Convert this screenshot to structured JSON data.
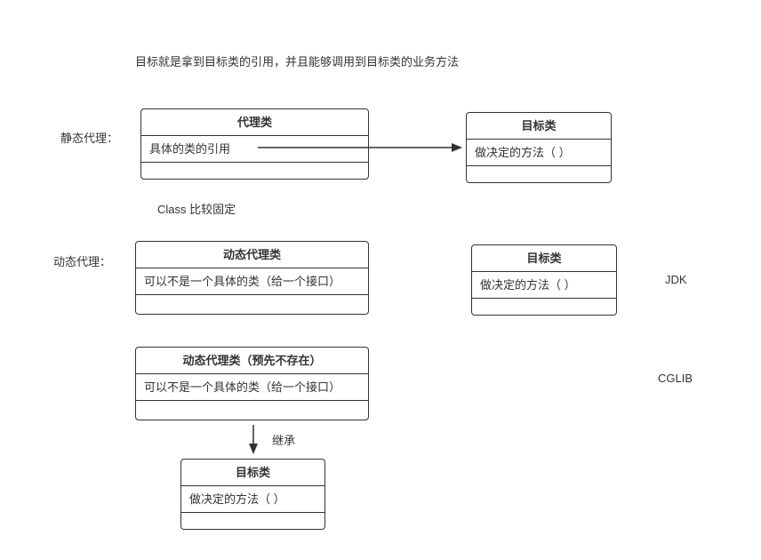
{
  "title": "目标就是拿到目标类的引用，并且能够调用到目标类的业务方法",
  "labels": {
    "static_proxy": "静态代理：",
    "dynamic_proxy": "动态代理：",
    "class_note": "Class 比较固定",
    "jdk": "JDK",
    "cglib": "CGLIB",
    "inherit": "继承"
  },
  "boxes": {
    "static_proxy_class": {
      "header": "代理类",
      "body": "具体的类的引用"
    },
    "static_target_class": {
      "header": "目标类",
      "body": "做决定的方法（ ）"
    },
    "jdk_proxy_class": {
      "header": "动态代理类",
      "body": "可以不是一个具体的类（给一个接口）"
    },
    "jdk_target_class": {
      "header": "目标类",
      "body": "做决定的方法（ ）"
    },
    "cglib_proxy_class": {
      "header": "动态代理类（预先不存在）",
      "body": "可以不是一个具体的类（给一个接口）"
    },
    "cglib_target_class": {
      "header": "目标类",
      "body": "做决定的方法（ ）"
    }
  },
  "colors": {
    "stroke": "#333333",
    "text": "#333333",
    "background": "#ffffff"
  }
}
